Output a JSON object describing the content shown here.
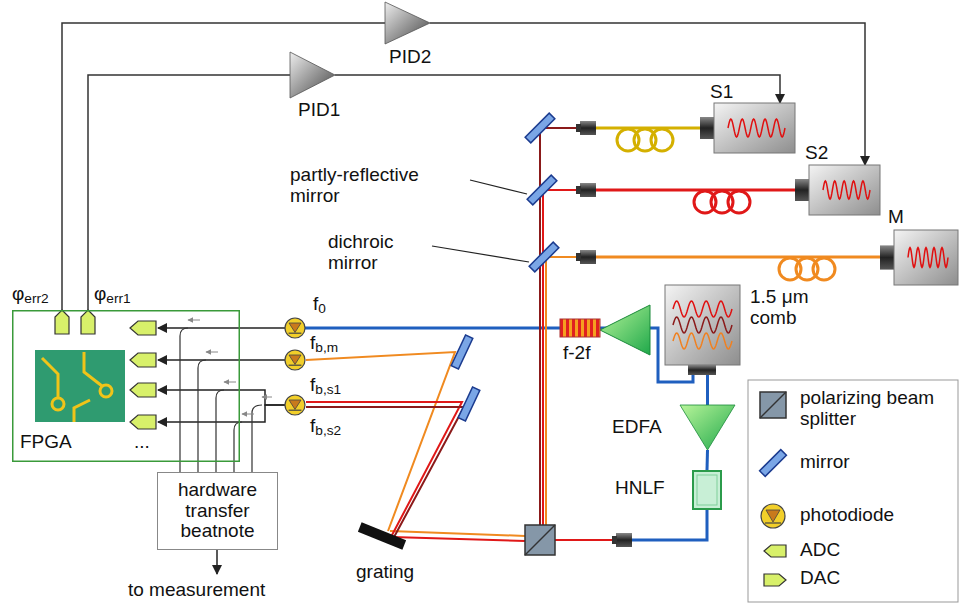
{
  "diagram": {
    "nodes": [
      {
        "text": [
          "PID2"
        ]
      },
      {
        "text": [
          "PID1"
        ]
      },
      {
        "text": [
          "S1"
        ]
      },
      {
        "text": [
          "S2"
        ]
      },
      {
        "text": [
          "M"
        ]
      },
      {
        "text": [
          "FPGA"
        ]
      },
      {
        "text": [
          "f0"
        ]
      },
      {
        "text": [
          "fb,m"
        ]
      },
      {
        "text": [
          "fb,s1",
          "fb,s2"
        ]
      },
      {
        "text": [
          "f-2f"
        ]
      },
      {
        "text": [
          "1.5 μm comb"
        ]
      },
      {
        "text": [
          "EDFA"
        ]
      },
      {
        "text": [
          "HNLF"
        ]
      },
      {
        "text": [
          "hardware transfer beatnote"
        ]
      }
    ],
    "edges": [
      {
        "from": 5,
        "to": 0,
        "arrow": "none"
      },
      {
        "from": 0,
        "to": 3,
        "arrow": "to"
      },
      {
        "from": 5,
        "to": 1,
        "arrow": "none"
      },
      {
        "from": 1,
        "to": 2,
        "arrow": "to"
      },
      {
        "from": 6,
        "to": 5,
        "arrow": "to"
      },
      {
        "from": 7,
        "to": 5,
        "arrow": "to"
      },
      {
        "from": 8,
        "to": 5,
        "arrow": "to"
      },
      {
        "from": 8,
        "to": 5,
        "arrow": "to"
      },
      {
        "from": 10,
        "to": 11,
        "arrow": "none"
      },
      {
        "from": 11,
        "to": 12,
        "arrow": "none"
      },
      {
        "from": 10,
        "to": 9,
        "arrow": "none"
      },
      {
        "from": 9,
        "to": 6,
        "arrow": "none"
      }
    ],
    "labels": [
      "partly-reflective mirror",
      "dichroic mirror",
      "grating",
      "to measurement",
      "φerr2",
      "φerr1",
      "..."
    ],
    "legend": [
      {
        "text": "polarizing beam splitter"
      },
      {
        "text": "mirror"
      },
      {
        "text": "photodiode"
      },
      {
        "text": "ADC"
      },
      {
        "text": "DAC"
      }
    ]
  }
}
